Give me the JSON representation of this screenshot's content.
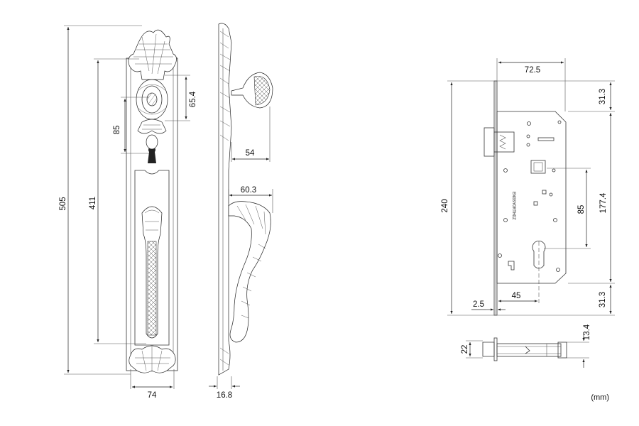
{
  "unit_label": "(mm)",
  "dimensions": {
    "front_height": "505",
    "front_center_span": "411",
    "front_cylinder_span": "85",
    "front_rosette": "65.4",
    "front_width": "74",
    "side_knob_projection": "54",
    "side_handle_projection": "60.3",
    "side_thickness": "16.8",
    "lock_backset": "72.5",
    "lock_top_offset": "31.3",
    "lock_body_height": "240",
    "lock_body_span": "177.4",
    "lock_center_distance": "85",
    "lock_cylinder_backset": "45",
    "lock_faceplate_thickness": "2.5",
    "lock_bottom_offset": "31.3",
    "latch_throw": "13.4",
    "latch_height": "22"
  },
  "case_inscription": "ENGSYORTHOZ"
}
